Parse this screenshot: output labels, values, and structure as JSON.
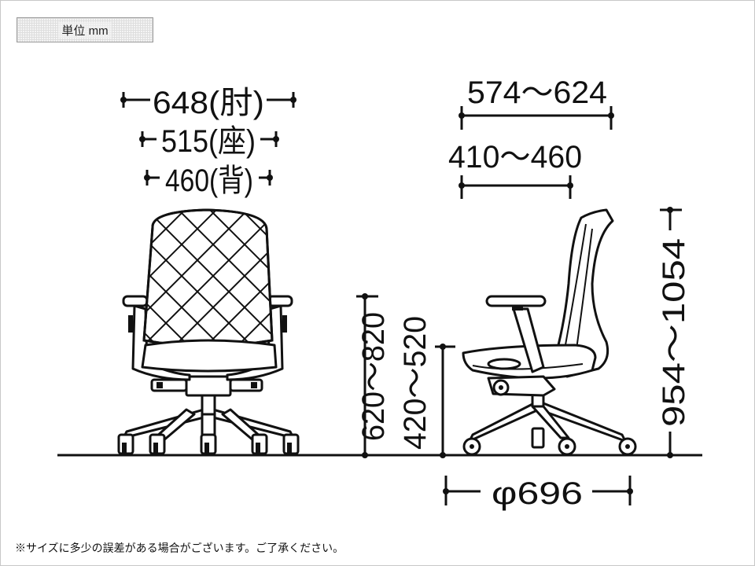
{
  "unit_label": "単位 mm",
  "footnote": "※サイズに多少の誤差がある場合がございます。ご了承ください。",
  "dimensions": {
    "width_armrest": "648(肘)",
    "width_seat": "515(座)",
    "width_back": "460(背)",
    "depth_overall": "574〜624",
    "depth_seat": "410〜460",
    "armrest_height": "620〜820",
    "seat_height": "420〜520",
    "overall_height": "954〜1054",
    "base_diameter": "φ696"
  },
  "colors": {
    "line": "#111111",
    "background": "#ffffff",
    "border": "#c8c8c8"
  }
}
